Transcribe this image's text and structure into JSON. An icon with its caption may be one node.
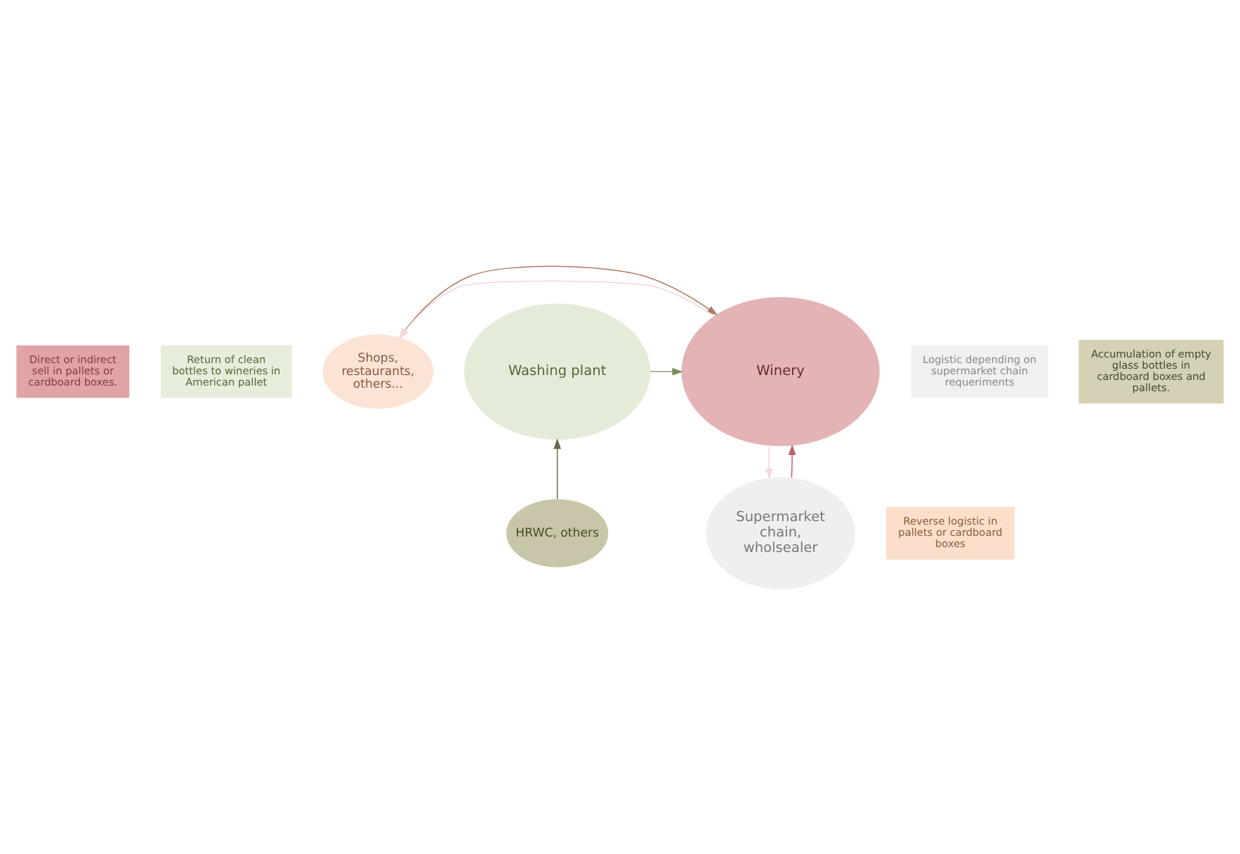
{
  "diagram": {
    "nodes": [
      {
        "text": [
          "Direct or indirect sell in pallets or cardboard boxes."
        ]
      },
      {
        "text": [
          "Return of clean bottles to wineries in American pallet"
        ]
      },
      {
        "text": [
          "Shops, restaurants, others..."
        ]
      },
      {
        "text": [
          "Winery"
        ]
      },
      {
        "text": [
          "Washing plant"
        ]
      },
      {
        "text": [
          "Reverse logistic in pallets or cardboard boxes"
        ]
      },
      {
        "text": [
          "Supermarket chain, wholsealer"
        ]
      },
      {
        "text": [
          "HRWC, others"
        ]
      },
      {
        "text": [
          "Logistic depending on supermarket chain requeriments"
        ]
      },
      {
        "text": [
          "Accumulation of empty glass bottles in cardboard boxes and pallets."
        ]
      }
    ],
    "edges": [
      {
        "from": 3,
        "to": 2,
        "arrow": "to",
        "color": "#f2d6d8"
      },
      {
        "from": 2,
        "to": 3,
        "arrow": "to",
        "color": "#b07a60"
      },
      {
        "from": 3,
        "to": 6,
        "arrow": "to",
        "color": "#f2d6d8"
      },
      {
        "from": 6,
        "to": 3,
        "arrow": "to",
        "color": "#c06070"
      },
      {
        "from": 4,
        "to": 3,
        "arrow": "to",
        "color": "#7a8a5a"
      },
      {
        "from": 7,
        "to": 4,
        "arrow": "to",
        "color": "#6a6a4a"
      }
    ]
  }
}
